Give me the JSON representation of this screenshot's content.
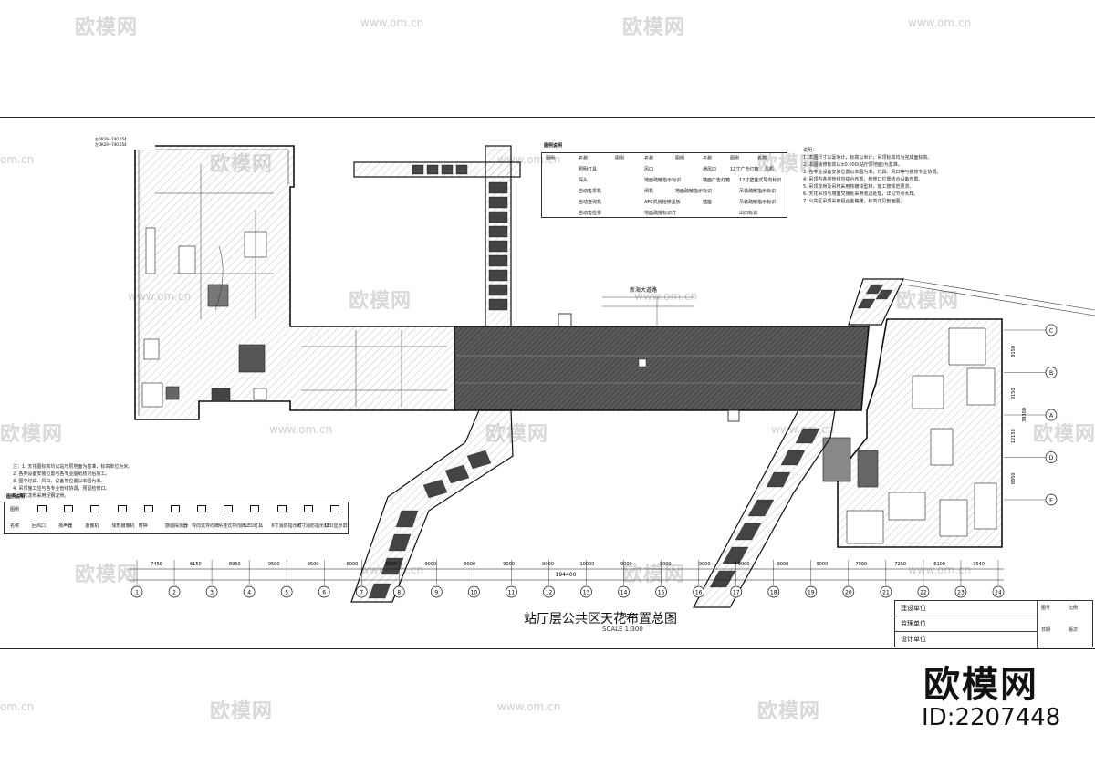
{
  "watermark": {
    "brand": "欧模网",
    "site": "www.om.cn",
    "site_short": "om.cn"
  },
  "drawing": {
    "title": "站厅层公共区天花布置总图",
    "title_en": "PLAN",
    "scale": "SCALE 1:300",
    "total_dimension": "194400",
    "bay_dimensions": [
      "7450",
      "6150",
      "8950",
      "9500",
      "9500",
      "8000",
      "8000",
      "9000",
      "9000",
      "9000",
      "9000",
      "10000",
      "9000",
      "9000",
      "9000",
      "9000",
      "9000",
      "9000",
      "7000",
      "7250",
      "6100",
      "7540"
    ],
    "grid_axes": [
      "1",
      "2",
      "3",
      "4",
      "5",
      "6",
      "7",
      "8",
      "9",
      "10",
      "11",
      "12",
      "13",
      "14",
      "15",
      "16",
      "17",
      "18",
      "19",
      "20",
      "21",
      "22",
      "23",
      "24"
    ],
    "row_axes": [
      "C",
      "B",
      "A",
      "D",
      "E"
    ],
    "row_dimensions": [
      "9150",
      "9150",
      "12150",
      "8850"
    ],
    "row_total": "39300",
    "road_label": "新海大道路",
    "chainage_1": "右DK29+740.654",
    "chainage_2": "左DK29+740.654"
  },
  "legend_top": {
    "title": "图例说明",
    "headers": [
      "图例",
      "名称",
      "图例",
      "名称",
      "图例",
      "名称",
      "图例",
      "名称"
    ],
    "rows": [
      [
        "照明灯具",
        "风口",
        "通风口",
        "12寸广告灯箱",
        "风机"
      ],
      [
        "探头",
        "地面疏散指示标识",
        "墙面广告灯箱",
        "12寸壁挂式导向标识"
      ],
      [
        "自动售票机",
        "闸机",
        "地面疏散指示标识",
        "吊装疏散指示标识"
      ],
      [
        "自动查询机",
        "AFC机房检修盖板",
        "插座",
        "吊装疏散指示标识"
      ],
      [
        "自动售检票",
        "地面疏散标识灯",
        "出口标识"
      ]
    ]
  },
  "legend_left": {
    "title": "图例说明",
    "header_row": [
      "图例",
      "名称"
    ],
    "items": [
      "回风口",
      "扬声器",
      "摄像机",
      "球形摄像机",
      "时钟",
      "感烟探测器",
      "导向式导向牌",
      "吊挂式导向牌",
      "LED灯具",
      "6寸消防指示灯",
      "6寸消防指示灯",
      "LED显示屏"
    ]
  },
  "notes_top": {
    "title": "说明：",
    "lines": [
      "1. 本图尺寸以毫米计，标高以米计，吊顶标高均为完成面标高。",
      "2. 本图装修标高以±0.000(站厅层地面)为基准。",
      "3. 各专业设备安装位置以本图为准，灯具、风口等与装修专业协调。",
      "4. 吊顶内各类管线应综合布置，检修口位置结合设备布置。",
      "5. 吊顶龙骨及吊杆采用热镀锌型材，施工按规范要求。",
      "6. 天花吊顶与墙面交接处采用收边处理，详见节点大样。",
      "7. 公共区吊顶采用铝合金格栅，标高详见剖面图。"
    ]
  },
  "notes_left": {
    "lines": [
      "注：1. 天花图标高均以站厅层地面为基准，标高单位为米。",
      "2. 各类设备安装位置与各专业图纸核对后施工。",
      "3. 图中灯具、风口、设备等位置以本图为准。",
      "4. 吊顶施工应与各专业管线协调，预留检修口。",
      "5. 天花龙骨采用轻钢龙骨。"
    ]
  },
  "title_block": {
    "rows": [
      "建设单位",
      "监理单位",
      "设计单位"
    ],
    "right_cells": [
      "图号",
      "比例",
      "日期",
      "版次"
    ]
  },
  "brand_footer": {
    "logo": "欧模网",
    "id": "ID:2207448"
  },
  "colors": {
    "line": "#111111",
    "hatch": "#9a9a9a",
    "concourse": "#3a3a3a",
    "watermark": "#d9d9d9"
  }
}
